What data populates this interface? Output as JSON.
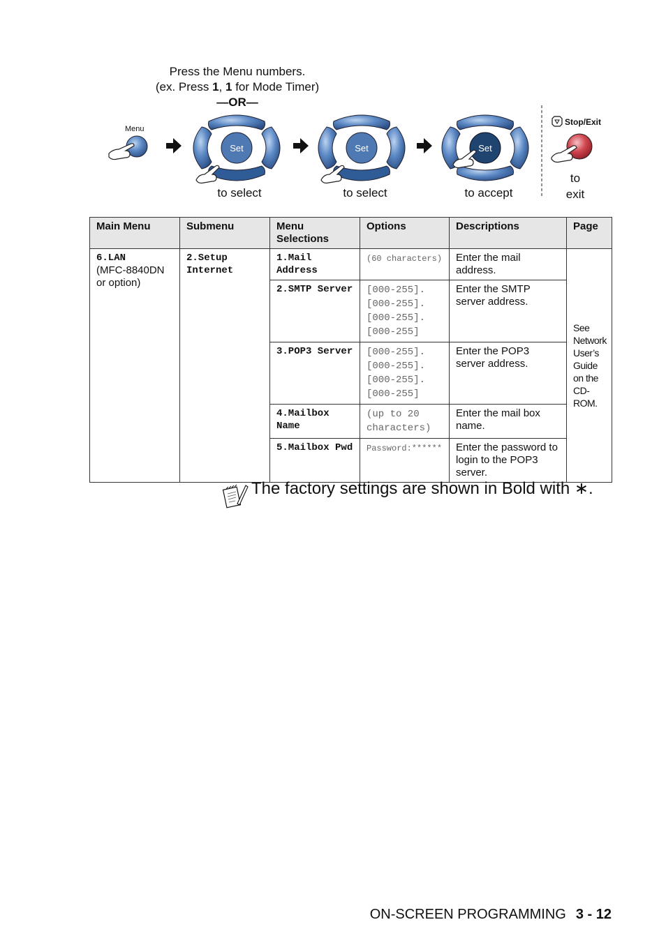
{
  "instructions": {
    "line1": "Press the Menu numbers.",
    "line2_pre": "(ex. Press ",
    "line2_key1": "1",
    "line2_sep": ", ",
    "line2_key2": "1",
    "line2_post": " for Mode Timer)",
    "or": "—OR—"
  },
  "keys": {
    "menu_label": "Menu",
    "set_label": "Set",
    "stop_exit_label": "Stop/Exit",
    "caption_select_1": "to select",
    "caption_select_2": "to select",
    "caption_accept": "to accept",
    "caption_exit_1": "to",
    "caption_exit_2": "exit"
  },
  "table": {
    "headers": [
      "Main Menu",
      "Submenu",
      "Menu Selections",
      "Options",
      "Descriptions",
      "Page"
    ],
    "main_menu": {
      "code": "6.LAN",
      "note": "(MFC-8840DN or option)"
    },
    "submenu": {
      "code": "2.Setup Internet"
    },
    "page": "See Network User’s Guide on the CD-ROM.",
    "rows": [
      {
        "selection": "1.Mail Address",
        "options": [
          "(60 characters)"
        ],
        "description": "Enter the mail address."
      },
      {
        "selection": "2.SMTP Server",
        "options": [
          "[000-255].",
          "[000-255].",
          "[000-255].",
          "[000-255]"
        ],
        "description": "Enter the SMTP server address."
      },
      {
        "selection": "3.POP3 Server",
        "options": [
          "[000-255].",
          "[000-255].",
          "[000-255].",
          "[000-255]"
        ],
        "description": "Enter the POP3 server address."
      },
      {
        "selection": "4.Mailbox Name",
        "options": [
          "(up to 20 characters)"
        ],
        "description": "Enter the mail box name."
      },
      {
        "selection": "5.Mailbox Pwd",
        "options": [
          "Password:******"
        ],
        "description": "Enter the password to login to the POP3 server."
      }
    ]
  },
  "note": {
    "text": "The factory settings are shown in Bold with",
    "symbol": "∗",
    "end": "."
  },
  "footer": {
    "section": "ON-SCREEN PROGRAMMING",
    "page": "3 - 12"
  },
  "colors": {
    "key_blue": "#3d6aa8",
    "set_dark": "#1f4470",
    "stop_red": "#c0303a",
    "header_gray": "#e6e6e6"
  }
}
